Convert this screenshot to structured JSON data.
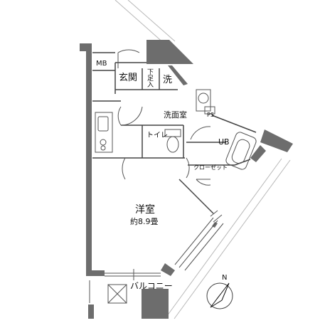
{
  "floor_plan": {
    "rooms": {
      "mb": "MB",
      "entrance": "玄関",
      "shoe_box": "下足入",
      "laundry": "洗",
      "washroom": "洗面室",
      "ps": "PS",
      "toilet": "トイレ",
      "unit_bath": "UB",
      "closet": "クローゼット",
      "western_room": "洋室",
      "western_room_area": "約8.9畳",
      "balcony": "バルコニー"
    },
    "compass": {
      "north_label": "N"
    }
  }
}
